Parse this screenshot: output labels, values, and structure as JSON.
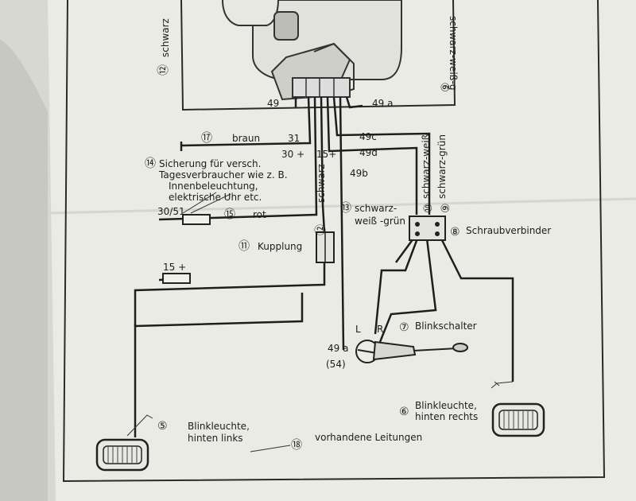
{
  "circles": {
    "n12": "⑫",
    "n17": "⑰",
    "n14": "⑭",
    "n15": "⑮",
    "n11": "⑪",
    "n13": "⑬",
    "n10": "⑩",
    "n9": "⑨",
    "n8": "⑧",
    "n7": "⑦",
    "n6": "⑥",
    "n5": "⑤",
    "n18": "⑱"
  },
  "labels": {
    "schwarz_top": "schwarz",
    "schwarz_weiss_top": "schwarz-weiß-g",
    "t49": "49",
    "t49a_top": "49 a",
    "braun": "braun",
    "t31": "31",
    "t49c": "49c",
    "t30plus": "30 +",
    "t15plus_a": "15+",
    "t49d": "49d",
    "sicherung_1": "Sicherung für versch.",
    "sicherung_2": "Tagesverbraucher wie z. B.",
    "sicherung_3": "Innenbeleuchtung,",
    "sicherung_4": "elektrische Uhr etc.",
    "t49b": "49b",
    "schwarz_vert": "schwarz",
    "schwarz_weiss_vert": "schwarz-weiß",
    "schwarz_gruen_vert": "schwarz-grün",
    "t3051": "30/51",
    "rot": "rot",
    "schwarz_wg_1": "schwarz-",
    "schwarz_wg_2": "weiß -grün",
    "schraubverbinder": "Schraubverbinder",
    "kupplung": "Kupplung",
    "t15plus_b": "15 +",
    "L": "L",
    "R": "R",
    "blinkschalter": "Blinkschalter",
    "t49a_bottom": "49 a",
    "t54": "(54)",
    "blink_rechts_1": "Blinkleuchte,",
    "blink_rechts_2": "hinten rechts",
    "blink_links_1": "Blinkleuchte,",
    "blink_links_2": "hinten links",
    "vorhandene": "vorhandene Leitungen"
  }
}
